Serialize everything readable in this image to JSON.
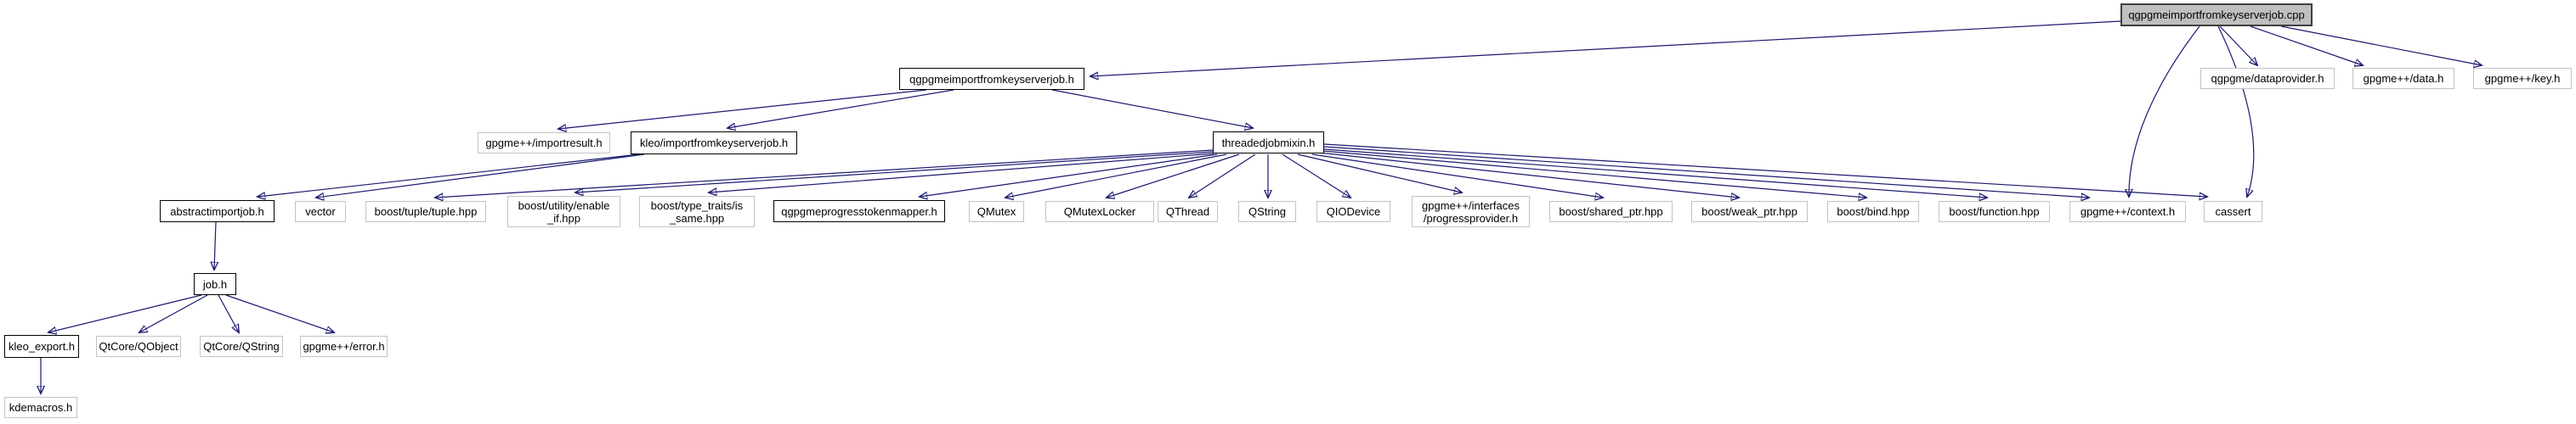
{
  "diagram": {
    "title": "include dependency graph for qgpgmeimportfromkeyserverjob.cpp",
    "edge_color": "#191970",
    "root_fill_color": "#bfbfbf",
    "documented_border_color": "#000000",
    "external_border_color": "#c3c3c3",
    "nodes": {
      "root": {
        "label": "qgpgmeimportfromkeyserverjob.cpp"
      },
      "qimport_h": {
        "label": "qgpgmeimportfromkeyserverjob.h"
      },
      "dataprovider": {
        "label": "qgpgme/dataprovider.h"
      },
      "data_h": {
        "label": "gpgme++/data.h"
      },
      "key_h": {
        "label": "gpgme++/key.h"
      },
      "importresult": {
        "label": "gpgme++/importresult.h"
      },
      "kleo_import": {
        "label": "kleo/importfromkeyserverjob.h"
      },
      "threadedjobmixin": {
        "label": "threadedjobmixin.h"
      },
      "abstractimportjob": {
        "label": "abstractimportjob.h"
      },
      "vector": {
        "label": "vector"
      },
      "tuple": {
        "label": "boost/tuple/tuple.hpp"
      },
      "enable_if": {
        "label": "boost/utility/enable\n_if.hpp"
      },
      "is_same": {
        "label": "boost/type_traits/is\n_same.hpp"
      },
      "qprogress": {
        "label": "qgpgmeprogresstokenmapper.h"
      },
      "qmutex": {
        "label": "QMutex"
      },
      "qmutexlocker": {
        "label": "QMutexLocker"
      },
      "qthread": {
        "label": "QThread"
      },
      "qstring": {
        "label": "QString"
      },
      "qiodevice": {
        "label": "QIODevice"
      },
      "progressprovider": {
        "label": "gpgme++/interfaces\n/progressprovider.h"
      },
      "shared_ptr": {
        "label": "boost/shared_ptr.hpp"
      },
      "weak_ptr": {
        "label": "boost/weak_ptr.hpp"
      },
      "bind": {
        "label": "boost/bind.hpp"
      },
      "function": {
        "label": "boost/function.hpp"
      },
      "context": {
        "label": "gpgme++/context.h"
      },
      "cassert": {
        "label": "cassert"
      },
      "job_h": {
        "label": "job.h"
      },
      "kleo_export": {
        "label": "kleo_export.h"
      },
      "qobject": {
        "label": "QtCore/QObject"
      },
      "qtcore_qstring": {
        "label": "QtCore/QString"
      },
      "error_h": {
        "label": "gpgme++/error.h"
      },
      "kdemacros": {
        "label": "kdemacros.h"
      }
    },
    "edges": [
      {
        "from": "root",
        "to": "qimport_h"
      },
      {
        "from": "root",
        "to": "dataprovider"
      },
      {
        "from": "root",
        "to": "data_h"
      },
      {
        "from": "root",
        "to": "key_h"
      },
      {
        "from": "root",
        "to": "context"
      },
      {
        "from": "root",
        "to": "cassert"
      },
      {
        "from": "qimport_h",
        "to": "importresult"
      },
      {
        "from": "qimport_h",
        "to": "kleo_import"
      },
      {
        "from": "qimport_h",
        "to": "threadedjobmixin"
      },
      {
        "from": "kleo_import",
        "to": "abstractimportjob"
      },
      {
        "from": "kleo_import",
        "to": "vector"
      },
      {
        "from": "threadedjobmixin",
        "to": "tuple"
      },
      {
        "from": "threadedjobmixin",
        "to": "enable_if"
      },
      {
        "from": "threadedjobmixin",
        "to": "is_same"
      },
      {
        "from": "threadedjobmixin",
        "to": "qprogress"
      },
      {
        "from": "threadedjobmixin",
        "to": "qmutex"
      },
      {
        "from": "threadedjobmixin",
        "to": "qmutexlocker"
      },
      {
        "from": "threadedjobmixin",
        "to": "qthread"
      },
      {
        "from": "threadedjobmixin",
        "to": "qstring"
      },
      {
        "from": "threadedjobmixin",
        "to": "qiodevice"
      },
      {
        "from": "threadedjobmixin",
        "to": "progressprovider"
      },
      {
        "from": "threadedjobmixin",
        "to": "shared_ptr"
      },
      {
        "from": "threadedjobmixin",
        "to": "weak_ptr"
      },
      {
        "from": "threadedjobmixin",
        "to": "bind"
      },
      {
        "from": "threadedjobmixin",
        "to": "function"
      },
      {
        "from": "threadedjobmixin",
        "to": "context"
      },
      {
        "from": "threadedjobmixin",
        "to": "cassert"
      },
      {
        "from": "abstractimportjob",
        "to": "job_h"
      },
      {
        "from": "job_h",
        "to": "kleo_export"
      },
      {
        "from": "job_h",
        "to": "qobject"
      },
      {
        "from": "job_h",
        "to": "qtcore_qstring"
      },
      {
        "from": "job_h",
        "to": "error_h"
      },
      {
        "from": "kleo_export",
        "to": "kdemacros"
      }
    ]
  }
}
